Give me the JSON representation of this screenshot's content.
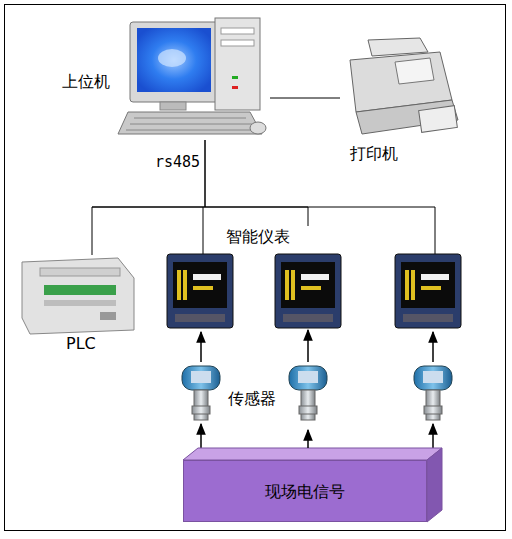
{
  "diagram": {
    "nodes": [
      {
        "text": [
          "上位机"
        ]
      },
      {
        "text": [
          "打印机"
        ]
      },
      {
        "text": [
          "PLC"
        ]
      },
      {
        "text": [
          "智能仪表"
        ]
      },
      {
        "text": [
          "传感器"
        ]
      },
      {
        "text": [
          "现场电信号"
        ]
      }
    ],
    "edges": [
      {
        "from": 0,
        "to": 1,
        "arrow": "none"
      },
      {
        "from": 0,
        "to": 2,
        "arrow": "none"
      },
      {
        "from": 0,
        "to": 3,
        "arrow": "none"
      },
      {
        "from": 4,
        "to": 3,
        "arrow": "to"
      },
      {
        "from": 5,
        "to": 4,
        "arrow": "to"
      }
    ],
    "labels": [
      "rs485"
    ]
  }
}
